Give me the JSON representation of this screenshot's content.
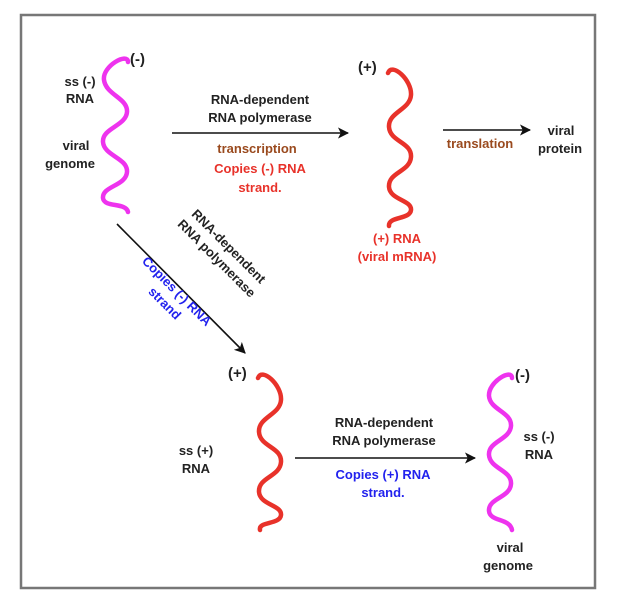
{
  "colors": {
    "negative_strand": "#ee33ee",
    "positive_strand": "#e8322a",
    "text_dark": "#222222",
    "process_brown": "#9a4a1e",
    "copies_red": "#e8322a",
    "copies_blue": "#2222ee",
    "frame": "#777777",
    "arrow": "#111111"
  },
  "top_left": {
    "polarity": "(-)",
    "label_line1": "ss (-)",
    "label_line2": "RNA",
    "label_line3": "viral",
    "label_line4": "genome"
  },
  "top_arrow": {
    "enzyme_line1": "RNA-dependent",
    "enzyme_line2": "RNA polymerase",
    "process": "transcription",
    "note_line1": "Copies (-) RNA",
    "note_line2": "strand."
  },
  "top_middle": {
    "polarity": "(+)",
    "label_line1": "(+) RNA",
    "label_line2": "(viral mRNA)"
  },
  "translation_arrow": {
    "process": "translation",
    "product_line1": "viral",
    "product_line2": "protein"
  },
  "diagonal_arrow": {
    "enzyme_line1": "RNA-dependent",
    "enzyme_line2": "RNA polymerase",
    "note_line1": "Copies (-) RNA",
    "note_line2": "strand"
  },
  "bottom_left": {
    "polarity": "(+)",
    "label_line1": "ss (+)",
    "label_line2": "RNA"
  },
  "bottom_arrow": {
    "enzyme_line1": "RNA-dependent",
    "enzyme_line2": "RNA polymerase",
    "note_line1": "Copies (+) RNA",
    "note_line2": "strand."
  },
  "bottom_right": {
    "polarity": "(-)",
    "label_line1": "ss (-)",
    "label_line2": "RNA",
    "label_line3": "viral",
    "label_line4": "genome"
  }
}
